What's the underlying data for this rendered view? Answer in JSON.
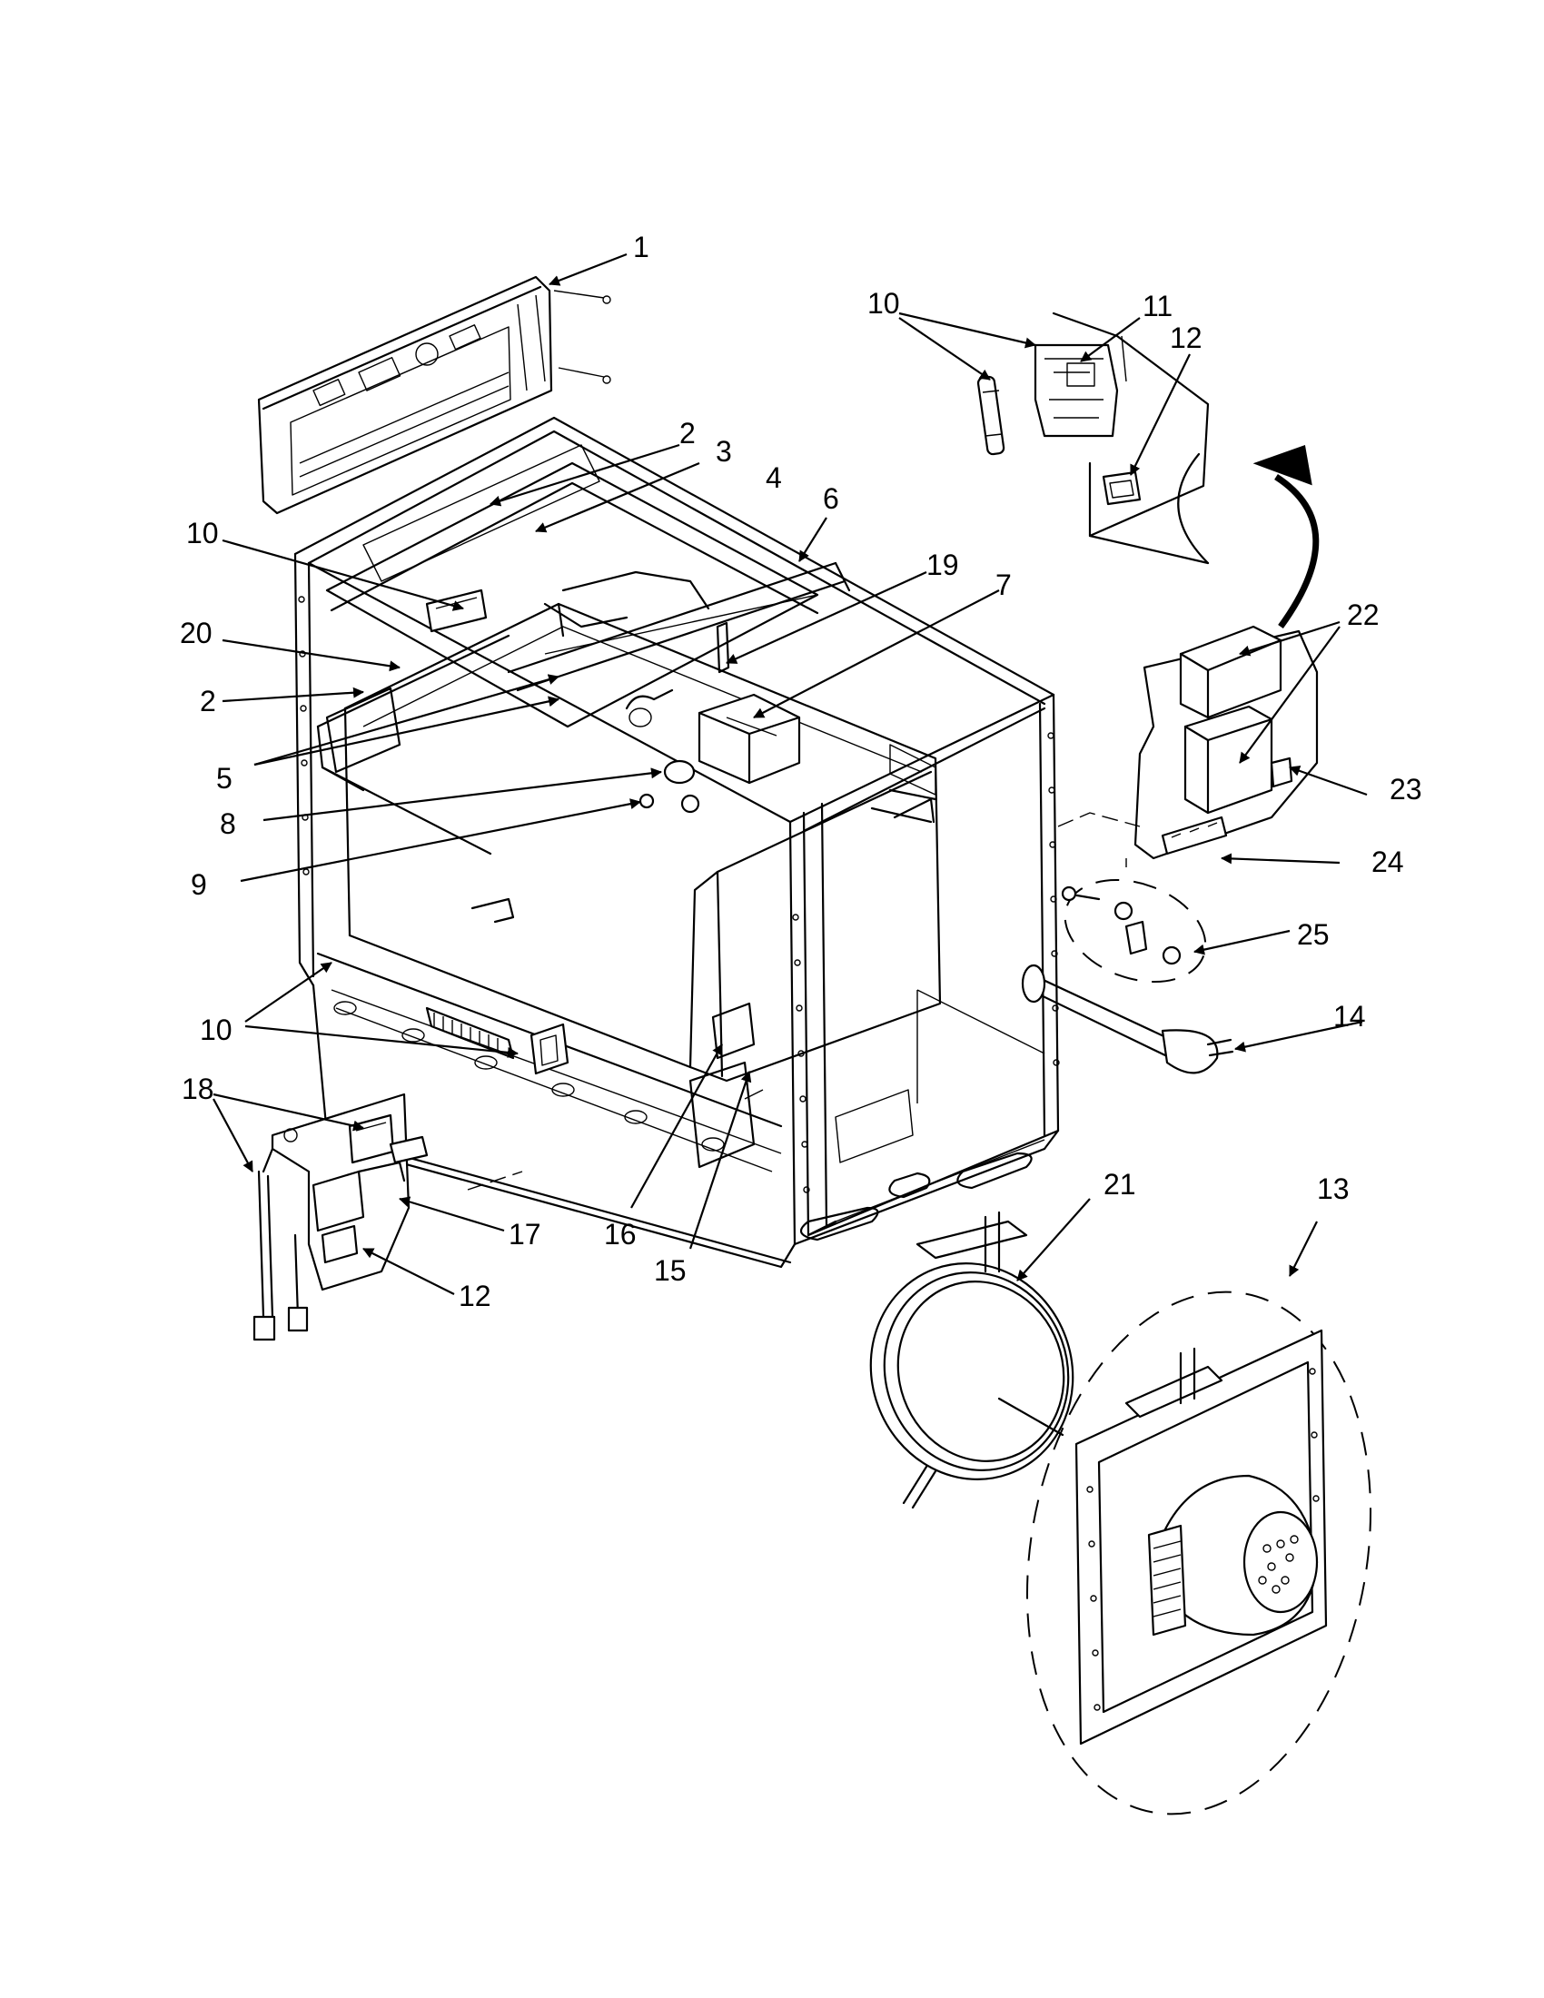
{
  "labels": {
    "l1": "1",
    "l2a": "2",
    "l2b": "2",
    "l3": "3",
    "l4": "4",
    "l5": "5",
    "l6": "6",
    "l7": "7",
    "l8": "8",
    "l9": "9",
    "l10a": "10",
    "l10b": "10",
    "l10c": "10",
    "l11": "11",
    "l12a": "12",
    "l12b": "12",
    "l13": "13",
    "l14": "14",
    "l15": "15",
    "l16": "16",
    "l17": "17",
    "l18": "18",
    "l19": "19",
    "l20": "20",
    "l21": "21",
    "l22": "22",
    "l23": "23",
    "l24": "24",
    "l25": "25"
  }
}
